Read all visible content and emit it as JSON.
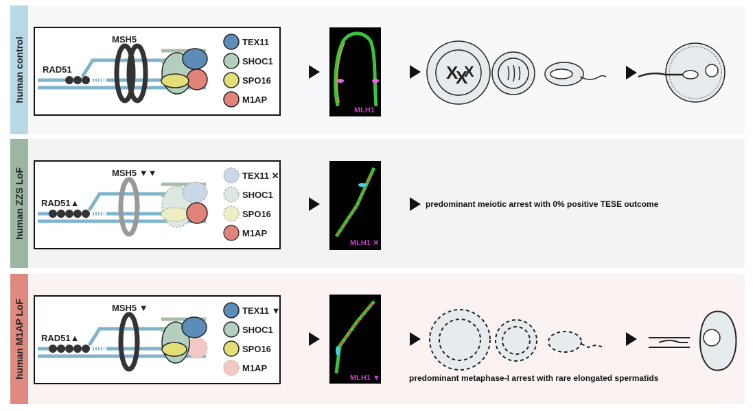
{
  "panels": [
    {
      "condition": "human control",
      "side_color": "#b8d8e6",
      "bg_color": "#f7f8f9",
      "rad51": "RAD51",
      "msh5": "MSH5",
      "legend": [
        "TEX11",
        "SHOC1",
        "SPO16",
        "M1AP"
      ],
      "mlh1": "MLH1",
      "outcome": ""
    },
    {
      "condition": "human ZZS LoF",
      "side_color": "#9db5a3",
      "bg_color": "#f1f4f1",
      "rad51": "RAD51▲",
      "msh5": "MSH5 ▼▼",
      "legend": [
        "TEX11 ✕",
        "SHOC1",
        "SPO16",
        "M1AP"
      ],
      "mlh1": "MLH1 ✕",
      "outcome": "predominant meiotic arrest with 0% positive TESE outcome"
    },
    {
      "condition": "human M1AP LoF",
      "side_color": "#de8a80",
      "bg_color": "#fbf3f2",
      "rad51": "RAD51▲",
      "msh5": "MSH5 ▼",
      "legend": [
        "TEX11 ▼",
        "SHOC1",
        "SPO16",
        "M1AP"
      ],
      "mlh1": "MLH1 ▼",
      "outcome": "predominant metaphase-I arrest with rare elongated spermatids"
    }
  ],
  "colors": {
    "tex11": "#5b8db8",
    "shoc1": "#b3cfbd",
    "spo16": "#e2df78",
    "m1ap": "#e2837a",
    "dna": "#7fb4cc",
    "homolog": "#a9bca8",
    "mlh1": "#d43ad4"
  }
}
